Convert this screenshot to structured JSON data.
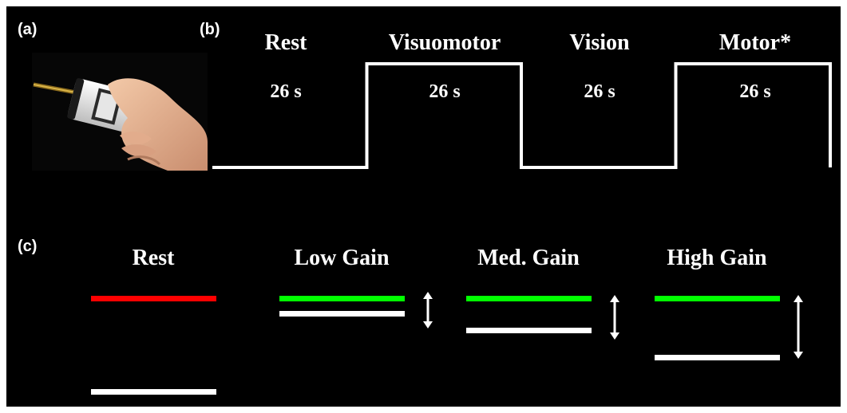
{
  "panels": {
    "a": "(a)",
    "b": "(b)",
    "c": "(c)"
  },
  "blocks": [
    {
      "name": "Rest",
      "duration": "26 s",
      "level": "low"
    },
    {
      "name": "Visuomotor",
      "duration": "26 s",
      "level": "high"
    },
    {
      "name": "Vision",
      "duration": "26 s",
      "level": "low"
    },
    {
      "name": "Motor*",
      "duration": "26 s",
      "level": "high"
    }
  ],
  "conditions": [
    {
      "name": "Rest",
      "target_color": "#ff0000",
      "relative_displacement": 1.0,
      "arrow": false
    },
    {
      "name": "Low Gain",
      "target_color": "#00ff00",
      "relative_displacement": 0.15,
      "arrow": true
    },
    {
      "name": "Med. Gain",
      "target_color": "#00ff00",
      "relative_displacement": 0.36,
      "arrow": true
    },
    {
      "name": "High Gain",
      "target_color": "#00ff00",
      "relative_displacement": 0.65,
      "arrow": true
    }
  ],
  "colors": {
    "background": "#000000",
    "line": "#ffffff",
    "target_rest": "#ff0000",
    "target_active": "#00ff00",
    "force": "#ffffff"
  },
  "icons": {
    "photo": "hand-holding-force-sensor",
    "arrow": "double-headed-arrow-icon"
  }
}
